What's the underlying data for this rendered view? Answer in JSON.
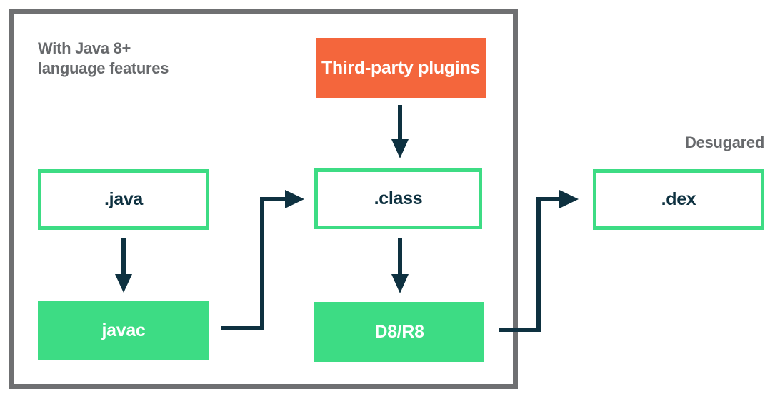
{
  "colors": {
    "green": "#3DDC84",
    "orange": "#F4663C",
    "navy": "#0E3140",
    "frame-gray": "#6F7072",
    "label-gray": "#67696C"
  },
  "diagram": {
    "frame_note": "With Java 8+\nlanguage features",
    "desugared_note": "Desugared",
    "nodes": {
      "plugins": {
        "label": "Third-party plugins",
        "type": "process",
        "color": "orange"
      },
      "java_file": {
        "label": ".java",
        "type": "file",
        "color": "green-outline"
      },
      "class_file": {
        "label": ".class",
        "type": "file",
        "color": "green-outline"
      },
      "dex_file": {
        "label": ".dex",
        "type": "file",
        "color": "green-outline"
      },
      "javac": {
        "label": "javac",
        "type": "process",
        "color": "green"
      },
      "d8r8": {
        "label": "D8/R8",
        "type": "process",
        "color": "green"
      }
    },
    "edges": [
      {
        "from": ".java",
        "to": "javac"
      },
      {
        "from": "Third-party plugins",
        "to": ".class"
      },
      {
        "from": "javac",
        "to": ".class"
      },
      {
        "from": ".class",
        "to": "D8/R8"
      },
      {
        "from": "D8/R8",
        "to": ".dex"
      }
    ]
  }
}
